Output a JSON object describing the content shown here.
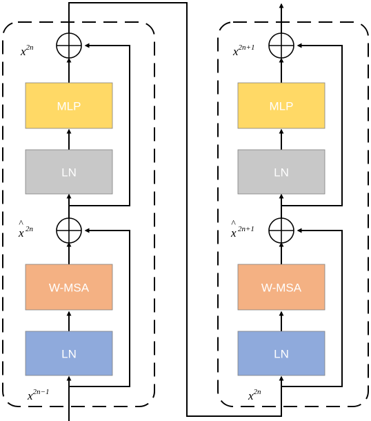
{
  "blocks": {
    "left": {
      "mlp": {
        "label": "MLP",
        "color": "#FFD966"
      },
      "ln_top": {
        "label": "LN",
        "color": "#C8C8C8"
      },
      "wmsa": {
        "label": "W-MSA",
        "color": "#F4B183"
      },
      "ln_bottom": {
        "label": "LN",
        "color": "#8FAADC"
      }
    },
    "right": {
      "mlp": {
        "label": "MLP",
        "color": "#FFD966"
      },
      "ln_top": {
        "label": "LN",
        "color": "#C8C8C8"
      },
      "wmsa": {
        "label": "W-MSA",
        "color": "#F4B183"
      },
      "ln_bottom": {
        "label": "LN",
        "color": "#8FAADC"
      }
    }
  },
  "labels": {
    "left": {
      "output": {
        "base": "x",
        "sup": "2n"
      },
      "intermediate": {
        "base": "x",
        "hat": "^",
        "sup": "2n"
      },
      "input": {
        "base": "x",
        "sup": "2n−1"
      }
    },
    "right": {
      "output": {
        "base": "x",
        "sup": "2n+1"
      },
      "intermediate": {
        "base": "x",
        "hat": "^",
        "sup": "2n+1"
      },
      "input": {
        "base": "x",
        "sup": "2n"
      }
    }
  }
}
